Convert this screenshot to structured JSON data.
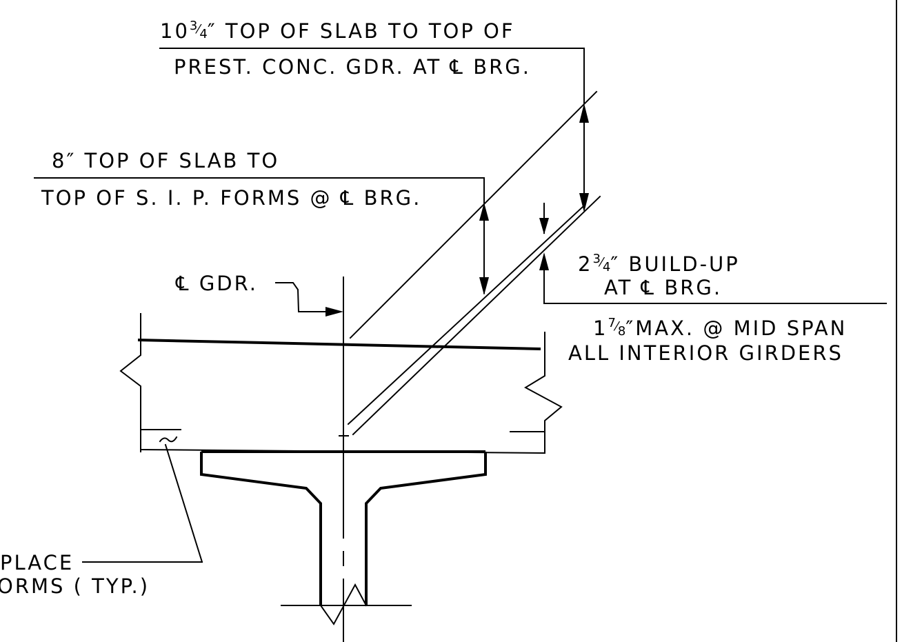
{
  "annotations": {
    "slab_to_gdr_line1_lead": "10",
    "slab_to_gdr_line1_num": "3",
    "slab_to_gdr_line1_slash": "⁄",
    "slab_to_gdr_line1_den": "4",
    "slab_to_gdr_line1_rest": "″ TOP OF SLAB TO TOP OF",
    "slab_to_gdr_line2": "PREST. CONC. GDR. AT ℄ BRG.",
    "slab_to_sip_line1": "8″ TOP OF SLAB TO",
    "slab_to_sip_line2": "TOP OF S. I. P. FORMS @ ℄ BRG.",
    "buildup_line1_lead": "2",
    "buildup_line1_num": "3",
    "buildup_line1_slash": "⁄",
    "buildup_line1_den": "4",
    "buildup_line1_rest": "″ BUILD-UP",
    "buildup_line2": "AT ℄ BRG.",
    "midspan_line1_lead": "1",
    "midspan_line1_num": "7",
    "midspan_line1_slash": "⁄",
    "midspan_line1_den": "8",
    "midspan_line1_rest": "″MAX. @ MID SPAN",
    "midspan_line2": "ALL INTERIOR GIRDERS",
    "centerline_gdr": "℄ GDR.",
    "sip_forms_line1": "PLACE",
    "sip_forms_line2": "ORMS ( TYP.)"
  }
}
